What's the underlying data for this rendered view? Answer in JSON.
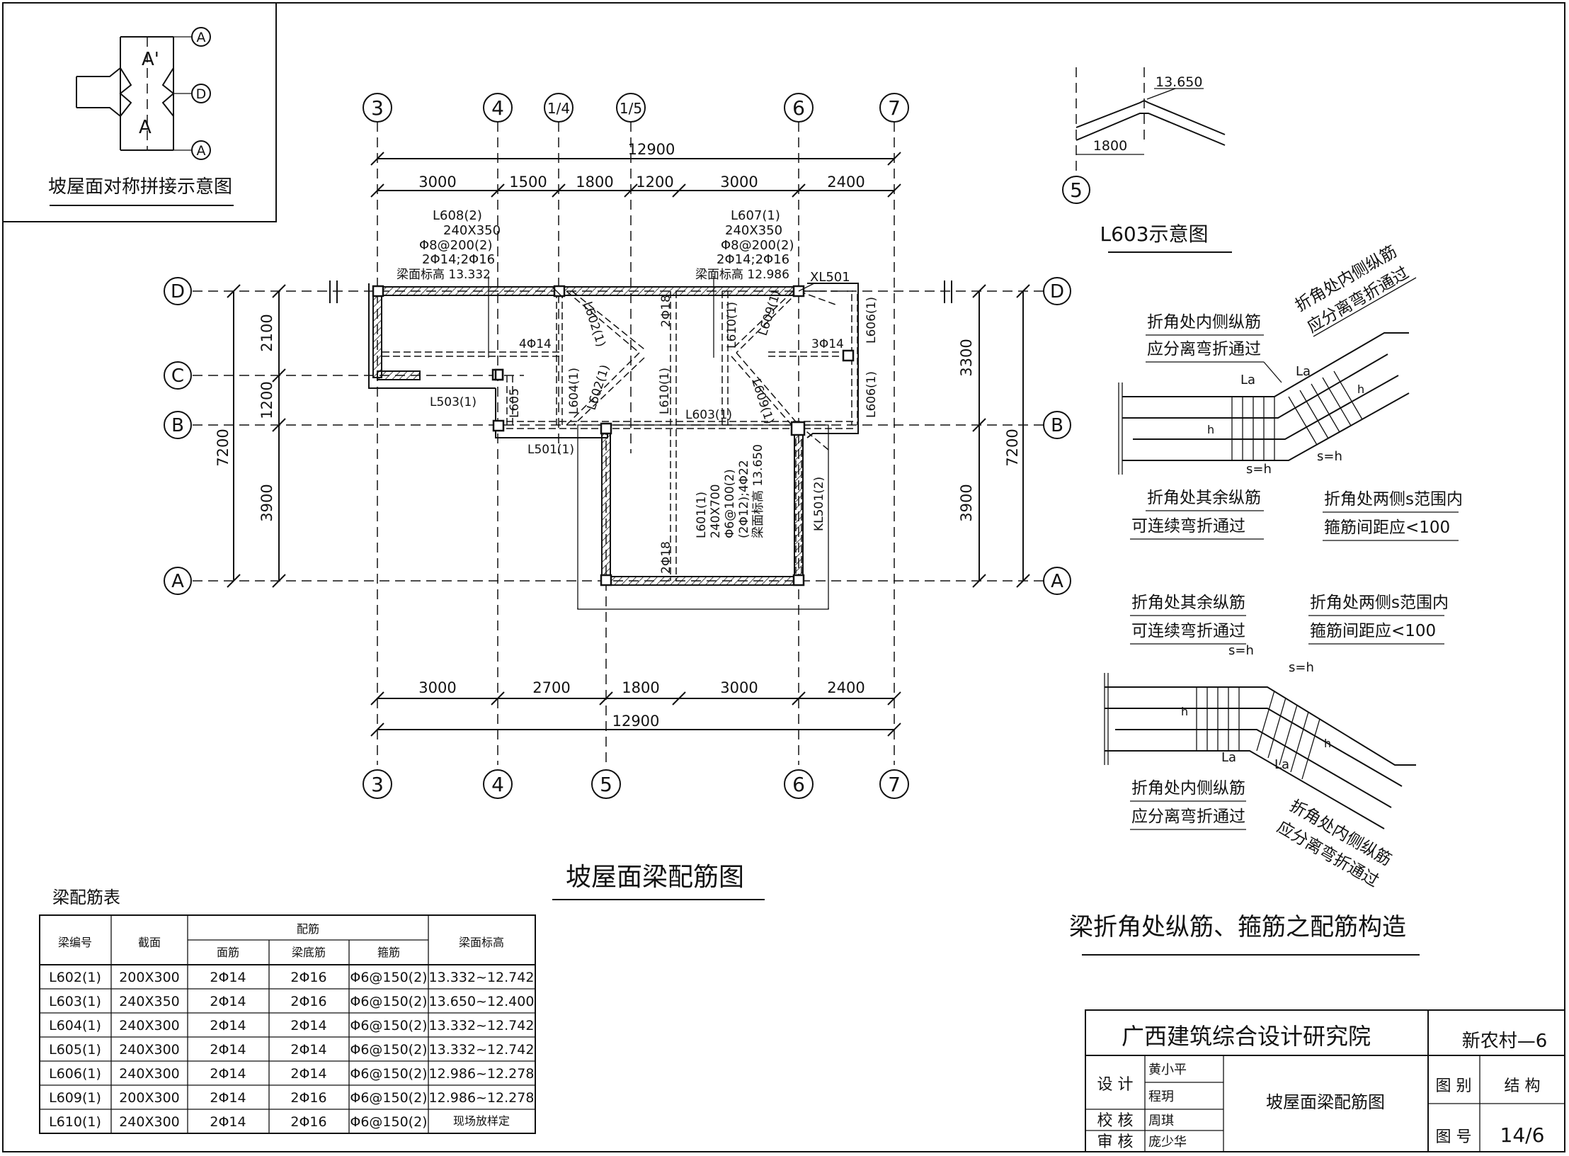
{
  "inset": {
    "title": "坡屋面对称拼接示意图",
    "labels": [
      "A",
      "D",
      "A"
    ],
    "a_prime": "A'",
    "a_plain": "A"
  },
  "plan": {
    "title": "坡屋面梁配筋图",
    "axes_top": [
      "3",
      "4",
      "1/4",
      "1/5",
      "6",
      "7"
    ],
    "axes_bottom": [
      "3",
      "4",
      "5",
      "6",
      "7"
    ],
    "axes_rows": [
      "D",
      "C",
      "B",
      "A"
    ],
    "dim_total": "12900",
    "dims_top": [
      "3000",
      "1500",
      "1800",
      "1200",
      "3000",
      "2400"
    ],
    "dims_bottom": [
      "3000",
      "2700",
      "1800",
      "3000",
      "2400"
    ],
    "dims_left": [
      "2100",
      "1200",
      "3900"
    ],
    "dim_left_total": "7200",
    "dims_right": [
      "3300",
      "3900"
    ],
    "dim_right_total": "7200",
    "l608": [
      "L608(2)",
      "240X350",
      "Φ8@200(2)",
      "2Φ14;2Φ16",
      "梁面标高 13.332"
    ],
    "l607": [
      "L607(1)",
      "240X350",
      "Φ8@200(2)",
      "2Φ14;2Φ16",
      "梁面标高 12.986"
    ],
    "l601": [
      "L601(1)",
      "240X700",
      "Φ6@100(2)",
      "(2Φ12);4Φ22",
      "梁面标高 13.650"
    ],
    "labels": {
      "xl501": "XL501",
      "l602a": "L602(1)",
      "l602b": "L602(1)",
      "n218a": "2Φ18",
      "l610a": "L610(1)",
      "l609a": "L609(1)",
      "l606a": "L606(1)",
      "n414": "4Φ14",
      "n314": "3Φ14",
      "l503": "L503(1)",
      "l605": "L605",
      "l604": "L604(1)",
      "l610b": "L610(1)",
      "l603": "L603(1)",
      "l609b": "L609(1)",
      "l606b": "L606(1)",
      "l501": "L501(1)",
      "kl501": "KL501(2)",
      "n218b": "2Φ18"
    }
  },
  "l603_sketch": {
    "title": "L603示意图",
    "elev": "13.650",
    "dim": "1800",
    "axis": "5"
  },
  "detail": {
    "title": "梁折角处纵筋、箍筋之配筋构造",
    "t1a": [
      "折角处内侧纵筋",
      "应分离弯折通过"
    ],
    "t1b": [
      "折角处内侧纵筋",
      "应分离弯折通过"
    ],
    "t1c": [
      "折角处其余纵筋",
      "可连续弯折通过"
    ],
    "t1d": [
      "折角处两侧s范围内",
      "箍筋间距应<100"
    ],
    "t2a": [
      "折角处其余纵筋",
      "可连续弯折通过"
    ],
    "t2b": [
      "折角处两侧s范围内",
      "箍筋间距应<100"
    ],
    "t2c": [
      "折角处内侧纵筋",
      "应分离弯折通过"
    ],
    "t2d": [
      "折角处内侧纵筋",
      "应分离弯折通过"
    ],
    "sh": "s=h",
    "la": "La",
    "h": "h"
  },
  "table": {
    "title": "梁配筋表",
    "headers": {
      "no": "梁编号",
      "section": "截面",
      "reinf": "配筋",
      "top": "面筋",
      "bottom": "梁底筋",
      "stirrup": "箍筋",
      "elev": "梁面标高"
    },
    "rows": [
      [
        "L602(1)",
        "200X300",
        "2Φ14",
        "2Φ16",
        "Φ6@150(2)",
        "13.332~12.742"
      ],
      [
        "L603(1)",
        "240X350",
        "2Φ14",
        "2Φ16",
        "Φ6@150(2)",
        "13.650~12.400"
      ],
      [
        "L604(1)",
        "240X300",
        "2Φ14",
        "2Φ14",
        "Φ6@150(2)",
        "13.332~12.742"
      ],
      [
        "L605(1)",
        "240X300",
        "2Φ14",
        "2Φ14",
        "Φ6@150(2)",
        "13.332~12.742"
      ],
      [
        "L606(1)",
        "240X300",
        "2Φ14",
        "2Φ14",
        "Φ6@150(2)",
        "12.986~12.278"
      ],
      [
        "L609(1)",
        "200X300",
        "2Φ14",
        "2Φ16",
        "Φ6@150(2)",
        "12.986~12.278"
      ],
      [
        "L610(1)",
        "240X300",
        "2Φ14",
        "2Φ16",
        "Φ6@150(2)",
        "现场放样定"
      ]
    ]
  },
  "titleblock": {
    "institute": "广西建筑综合设计研究院",
    "project": "新农村—6",
    "design_label": "设 计",
    "designers": [
      "黄小平",
      "程玥"
    ],
    "check_label": "校 核",
    "checker": "周琪",
    "review_label": "审 核",
    "reviewer": "庞少华",
    "drawing_name": "坡屋面梁配筋图",
    "category_label": "图 别",
    "category": "结 构",
    "number_label": "图 号",
    "number": "14/6"
  }
}
